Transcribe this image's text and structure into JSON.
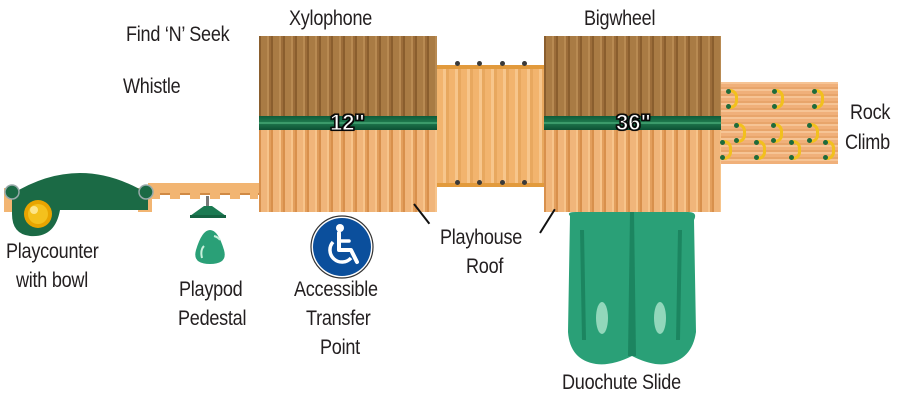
{
  "diagram": {
    "type": "playset-top-view",
    "labels": {
      "find_n_seek": "Find ‘N’ Seek",
      "whistle": "Whistle",
      "xylophone": "Xylophone",
      "bigwheel": "Bigwheel",
      "rock_climb_1": "Rock",
      "rock_climb_2": "Climb",
      "playcounter_1": "Playcounter",
      "playcounter_2": "with bowl",
      "playpod_1": "Playpod",
      "playpod_2": "Pedestal",
      "accessible_1": "Accessible",
      "accessible_2": "Transfer",
      "accessible_3": "Point",
      "playhouse_1": "Playhouse",
      "playhouse_2": "Roof",
      "duochute": "Duochute Slide"
    },
    "deck_heights": {
      "left_deck": "12\"",
      "right_deck": "36\""
    },
    "colors": {
      "roof_brown": "#a97b44",
      "wood_light": "#f0b57a",
      "rail_green": "#1f7a4e",
      "slide_green": "#2aa077",
      "accessible_blue": "#0b4f9c",
      "handhold_yellow": "#f2c01e"
    }
  }
}
